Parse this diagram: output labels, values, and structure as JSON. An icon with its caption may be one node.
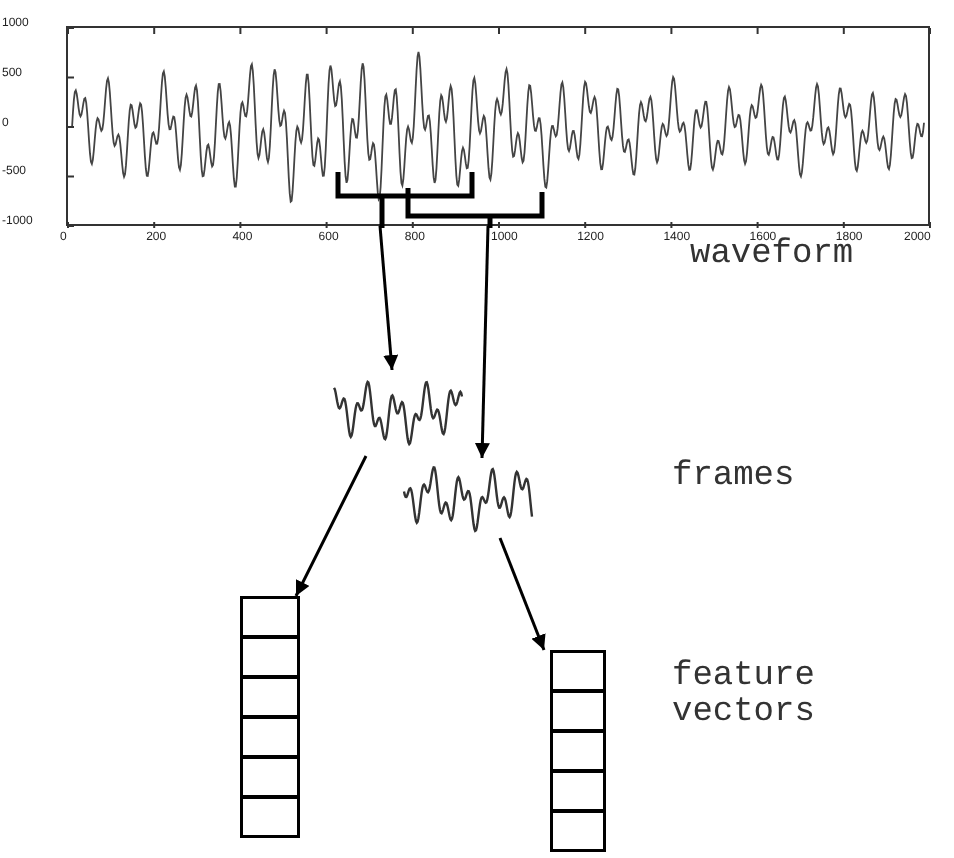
{
  "diagram": {
    "nodes": [
      {
        "text": [],
        "shape": "picture",
        "beside": [
          "waveform"
        ]
      },
      {
        "text": [],
        "shape": "picture"
      },
      {
        "text": [],
        "shape": "picture"
      },
      {
        "text": [],
        "shape": "box"
      },
      {
        "text": [],
        "shape": "box"
      }
    ],
    "edges": [
      {
        "from": 0,
        "to": 1,
        "arrow": "to"
      },
      {
        "from": 0,
        "to": 2,
        "arrow": "to"
      },
      {
        "from": 1,
        "to": 3,
        "arrow": "to"
      },
      {
        "from": 2,
        "to": 4,
        "arrow": "to"
      }
    ],
    "labels": [
      "1000",
      "500",
      "0",
      "-500",
      "-1000",
      "0",
      "200",
      "400",
      "600",
      "800",
      "1000",
      "1200",
      "1400",
      "1600",
      "1800",
      "2000",
      "frames",
      "feature vectors"
    ]
  }
}
